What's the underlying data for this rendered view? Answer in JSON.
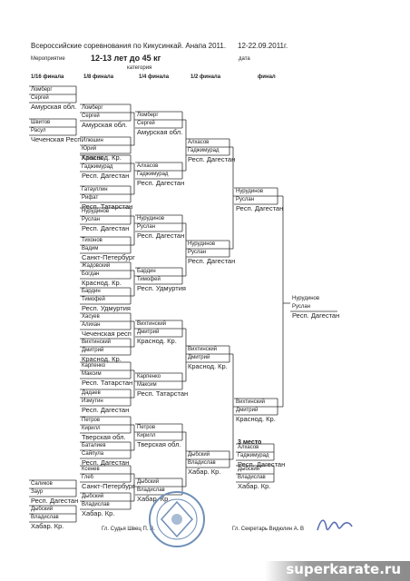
{
  "header": {
    "title": "Всероссийские соревнования по Кикусинкай. Анапа 2011.",
    "dates": "12-22.09.2011г.",
    "event_label": "Мероприятие",
    "category_value": "12-13 лет до 45 кг",
    "date_label": "дата",
    "category_label": "категория"
  },
  "rounds": [
    "1/16 финала",
    "1/8 финала",
    "1/4 финала",
    "1/2 финала",
    "финал"
  ],
  "third_place_label": "3 место",
  "r16": [
    {
      "name1": "Ломберг",
      "name2": "Сергей",
      "region": "Амурская обл."
    },
    {
      "name1": "Швитов",
      "name2": "Расул",
      "region": "Чеченская Респ."
    },
    {
      "name1": "Саликов",
      "name2": "Заур",
      "region": "Респ. Дагестан"
    },
    {
      "name1": "Дыбский",
      "name2": "Владислав",
      "region": "Хабар. Кр."
    }
  ],
  "r8": [
    {
      "name1": "Ломберг",
      "name2": "Сергей",
      "region": "Амурская обл."
    },
    {
      "name1": "Илюшин",
      "name2": "Юрий",
      "region": "Краснод. Кр."
    },
    {
      "name1": "Алхасов",
      "name2": "Гаджимурад",
      "region": "Респ. Дагестан"
    },
    {
      "name1": "Гатауллин",
      "name2": "Рифат",
      "region": "Респ. Татарстан"
    },
    {
      "name1": "Нурудинов",
      "name2": "Руслан",
      "region": "Респ. Дагестан"
    },
    {
      "name1": "Тихонов",
      "name2": "Вадим",
      "region": "Санкт-Петербург"
    },
    {
      "name1": "Жадовский",
      "name2": "Богдан",
      "region": "Краснод. Кр."
    },
    {
      "name1": "Бардин",
      "name2": "Тимофей",
      "region": "Респ. Удмуртия"
    },
    {
      "name1": "Хасуев",
      "name2": "Алихан",
      "region": "Чеченская респ"
    },
    {
      "name1": "Вихтинский",
      "name2": "Дмитрий",
      "region": "Краснод. Кр."
    },
    {
      "name1": "Карпенко",
      "name2": "Максим",
      "region": "Респ. Татарстан"
    },
    {
      "name1": "Дадаев",
      "name2": "Измутин",
      "region": "Респ. Дагестан"
    },
    {
      "name1": "Петров",
      "name2": "Кирилл",
      "region": "Тверская обл."
    },
    {
      "name1": "Баталиев",
      "name2": "Сайпула",
      "region": "Респ. Дагестан"
    },
    {
      "name1": "Ксенев",
      "name2": "Глеб",
      "region": "Санкт-Петербург"
    },
    {
      "name1": "Дыбский",
      "name2": "Владислав",
      "region": "Хабар. Кр."
    }
  ],
  "qf": [
    {
      "name1": "Ломберг",
      "name2": "Сергей",
      "region": "Амурская обл."
    },
    {
      "name1": "Алхасов",
      "name2": "Гаджимурад",
      "region": "Респ. Дагестан"
    },
    {
      "name1": "Нурудинов",
      "name2": "Руслан",
      "region": "Респ. Дагестан"
    },
    {
      "name1": "Бардин",
      "name2": "Тимофей",
      "region": "Респ. Удмуртия"
    },
    {
      "name1": "Вихтинский",
      "name2": "Дмитрий",
      "region": "Краснод. Кр."
    },
    {
      "name1": "Карпенко",
      "name2": "Максим",
      "region": "Респ. Татарстан"
    },
    {
      "name1": "Петров",
      "name2": "Кирилл",
      "region": "Тверская обл."
    },
    {
      "name1": "Дыбский",
      "name2": "Владислав",
      "region": "Хабар. Кр."
    }
  ],
  "sf": [
    {
      "name1": "Алхасов",
      "name2": "Гаджимурад",
      "region": "Респ. Дагестан"
    },
    {
      "name1": "Нурудинов",
      "name2": "Руслан",
      "region": "Респ. Дагестан"
    },
    {
      "name1": "Вихтинский",
      "name2": "Дмитрий",
      "region": "Краснод. Кр."
    },
    {
      "name1": "Дыбский",
      "name2": "Владислав",
      "region": "Хабар. Кр."
    }
  ],
  "final": [
    {
      "name1": "Нурудинов",
      "name2": "Руслан",
      "region": "Респ. Дагестан"
    },
    {
      "name1": "Вихтинский",
      "name2": "Дмитрий",
      "region": "Краснод. Кр."
    }
  ],
  "winner": {
    "name1": "Нурудинов",
    "name2": "Руслан",
    "region": "Респ. Дагестан"
  },
  "third_place": [
    {
      "name1": "Алхасов",
      "name2": "Гаджимурад",
      "region": "Респ. Дагестан"
    },
    {
      "name1": "Дыбский",
      "name2": "Владислав",
      "region": "Хабар. Кр."
    }
  ],
  "footer": {
    "judge": "Гл. Судья  Швец П. В.",
    "secretary": "Гл. Секретарь  Видюлин А. В"
  },
  "watermark": "superkarate.ru",
  "colors": {
    "ink": "#222222",
    "line": "#333333",
    "stamp": "#6f8fb8",
    "signature": "#5a6fb5"
  }
}
